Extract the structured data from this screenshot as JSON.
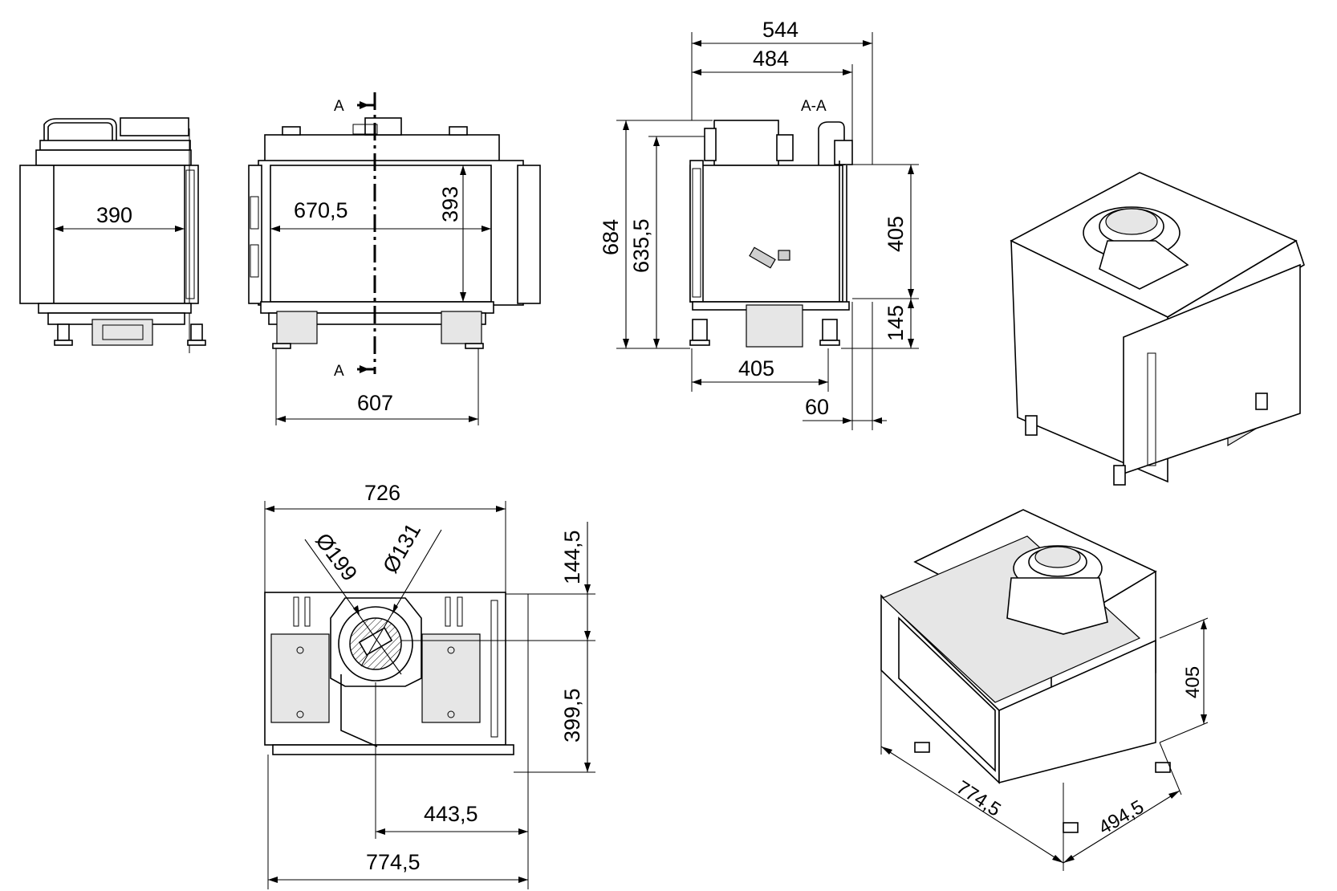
{
  "front_view": {
    "width_inner": "670,5",
    "height_inner": "393",
    "feet_span": "607",
    "section_label": "A"
  },
  "side_view": {
    "width_inner": "390"
  },
  "section_view": {
    "title": "A-A",
    "depth_total": "544",
    "depth_body": "484",
    "height_total": "684",
    "height_body": "635,5",
    "height_opening": "405",
    "height_base": "145",
    "depth_base": "405",
    "glass_offset": "60"
  },
  "top_view": {
    "width_body": "726",
    "dia_outer": "Ø199",
    "dia_inner": "Ø131",
    "depth_front": "144,5",
    "depth_rear": "399,5",
    "flue_offset": "443,5",
    "width_total": "774,5"
  },
  "iso_view": {
    "height": "405",
    "width": "774,5",
    "depth": "494,5"
  }
}
